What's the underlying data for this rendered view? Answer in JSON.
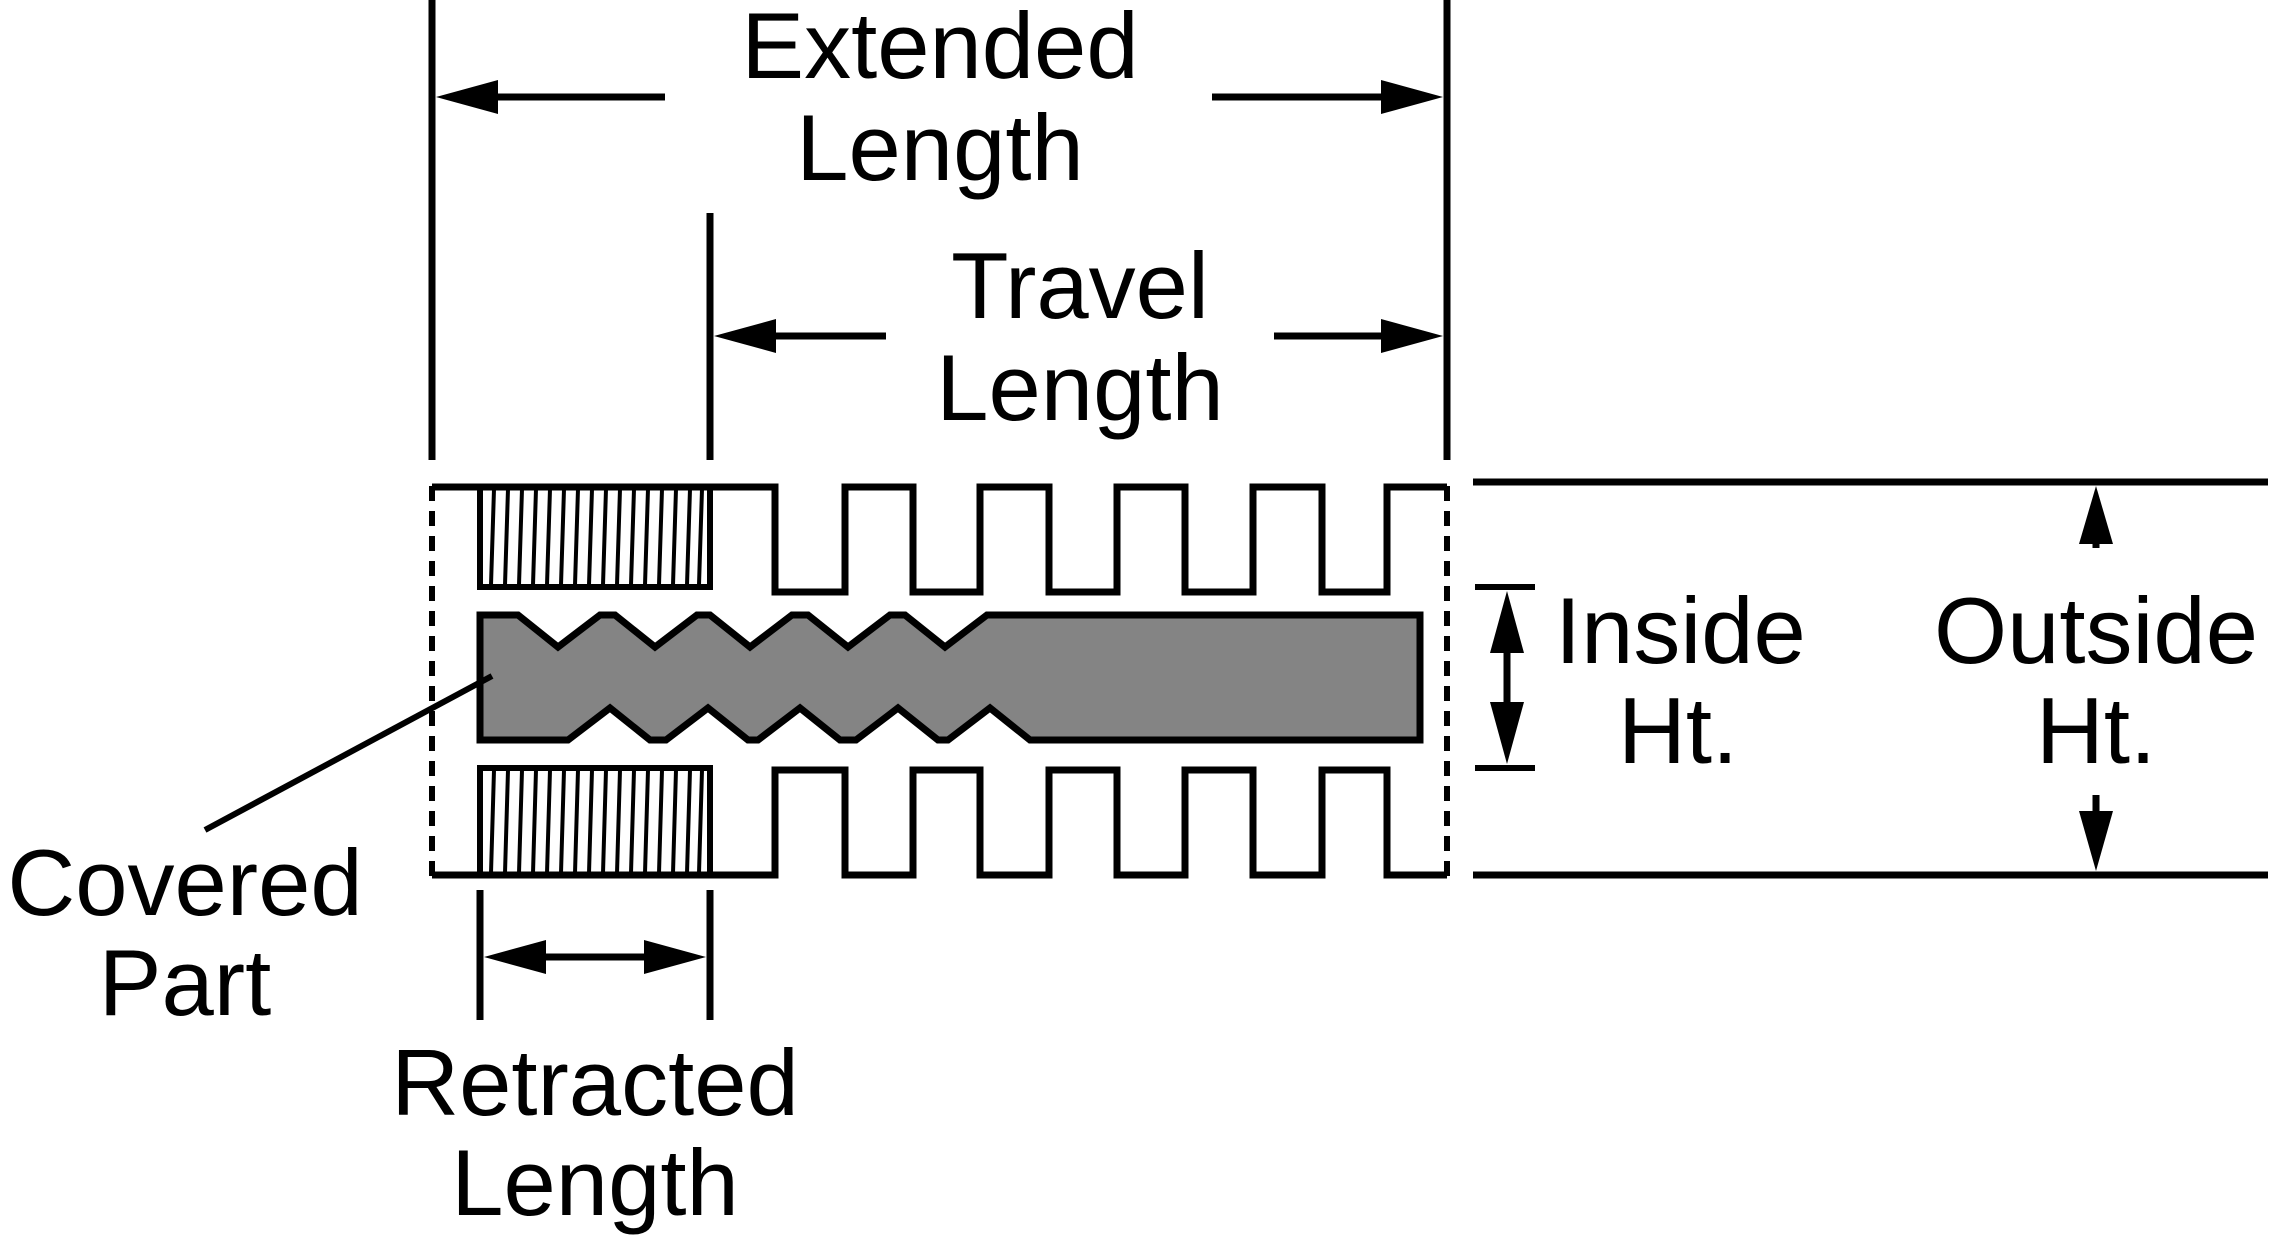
{
  "colors": {
    "line": "#000000",
    "part_fill": "#848484",
    "background": "#ffffff"
  },
  "labels": {
    "extended_line1": "Extended",
    "extended_line2": "Length",
    "travel_line1": "Travel",
    "travel_line2": "Length",
    "inside_line1": "Inside",
    "inside_line2": "Ht.",
    "outside_line1": "Outside",
    "outside_line2": "Ht.",
    "covered_line1": "Covered",
    "covered_line2": "Part",
    "retracted_line1": "Retracted",
    "retracted_line2": "Length"
  }
}
